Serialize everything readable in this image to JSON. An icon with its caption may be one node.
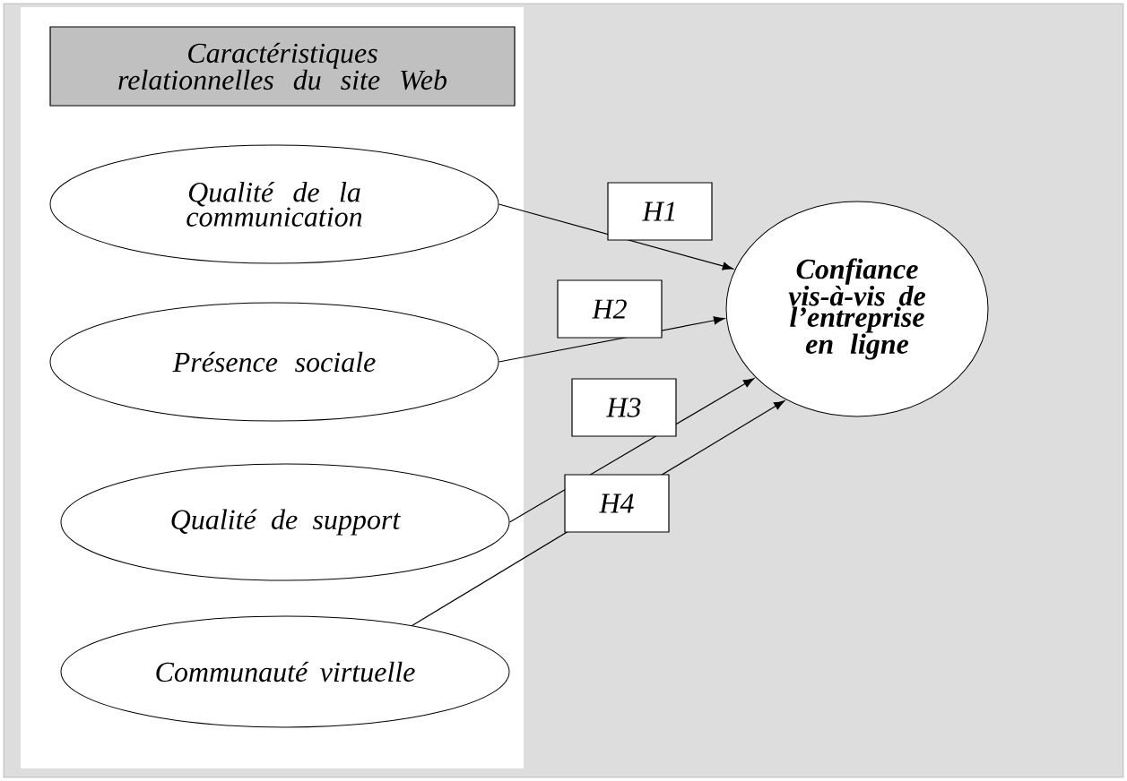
{
  "diagram": {
    "nodes": [
      {
        "text": [
          "Caractéristiques relationnelles du site Web"
        ]
      },
      {
        "text": [
          "Qualité de la communication"
        ]
      },
      {
        "text": [
          "Présence sociale"
        ]
      },
      {
        "text": [
          "Qualité de support"
        ]
      },
      {
        "text": [
          "Communauté virtuelle"
        ]
      },
      {
        "text": [
          "Confiance vis-à-vis de l’entreprise en ligne"
        ]
      }
    ],
    "edges": [
      {
        "from": 1,
        "to": 5,
        "arrow": "to",
        "label": "H1"
      },
      {
        "from": 2,
        "to": 5,
        "arrow": "to",
        "label": "H2"
      },
      {
        "from": 3,
        "to": 5,
        "arrow": "to",
        "label": "H3"
      },
      {
        "from": 4,
        "to": 5,
        "arrow": "to",
        "label": "H4"
      }
    ]
  }
}
